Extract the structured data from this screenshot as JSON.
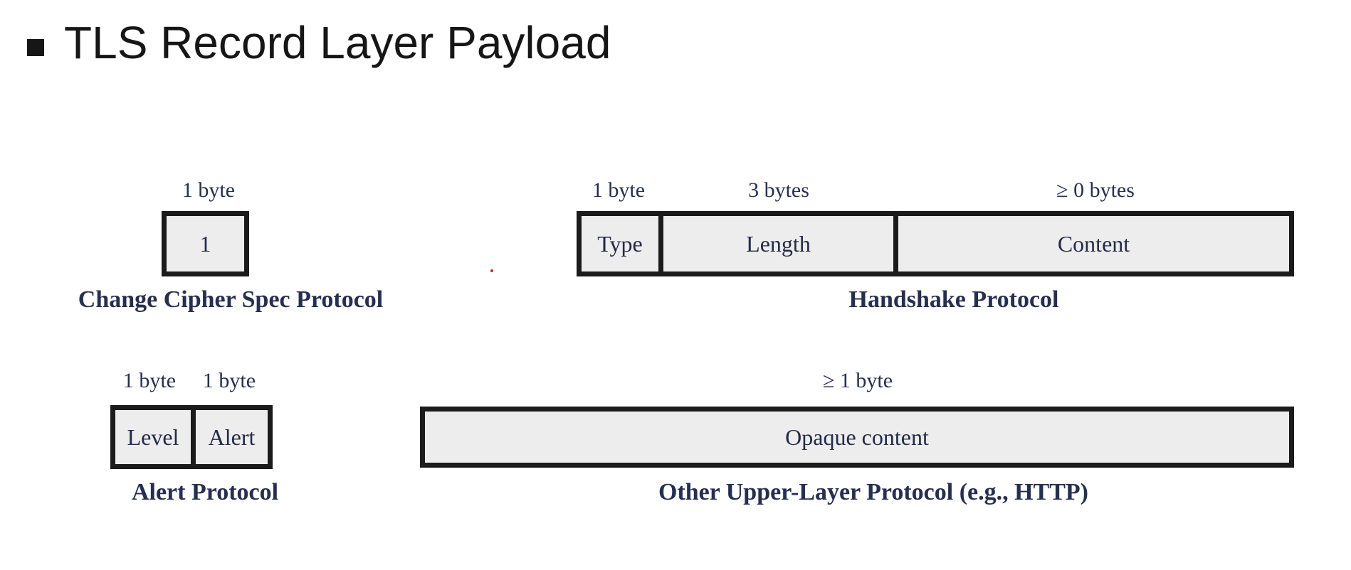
{
  "slide": {
    "title": "TLS Record Layer Payload",
    "colors": {
      "background": "#ffffff",
      "box_fill": "#ededed",
      "box_border": "#1b1b1b",
      "serif_text": "#262f4f",
      "title_text": "#161616",
      "artifact_red": "#d42616"
    },
    "diagrams": [
      {
        "id": "change-cipher-spec",
        "caption": "Change Cipher Spec Protocol",
        "fields": [
          {
            "size_label": "1 byte",
            "name": "1"
          }
        ]
      },
      {
        "id": "handshake",
        "caption": "Handshake Protocol",
        "fields": [
          {
            "size_label": "1 byte",
            "name": "Type"
          },
          {
            "size_label": "3 bytes",
            "name": "Length"
          },
          {
            "size_label": "≥ 0 bytes",
            "name": "Content"
          }
        ]
      },
      {
        "id": "alert",
        "caption": "Alert Protocol",
        "fields": [
          {
            "size_label": "1 byte",
            "name": "Level"
          },
          {
            "size_label": "1 byte",
            "name": "Alert"
          }
        ]
      },
      {
        "id": "other-upper-layer",
        "caption": "Other Upper-Layer Protocol (e.g., HTTP)",
        "fields": [
          {
            "size_label": "≥ 1 byte",
            "name": "Opaque content"
          }
        ]
      }
    ]
  }
}
